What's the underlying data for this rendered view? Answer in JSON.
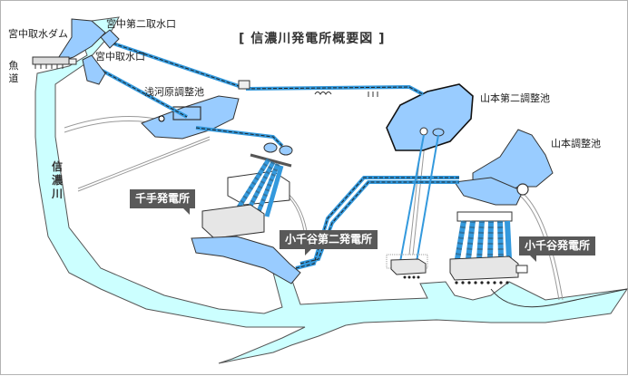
{
  "title": "[ 信濃川発電所概要図 ]",
  "colors": {
    "river": "#ccffff",
    "reservoir": "#99ccff",
    "water_line": "#3399dd",
    "outline": "#333333",
    "callout_bg": "#595959",
    "building": "#e6e6e6"
  },
  "labels": {
    "miyanaka_dam": "宮中取水ダム",
    "miyanaka_intake_2": "宮中第二取水口",
    "miyanaka_intake": "宮中取水口",
    "fishway": "魚道",
    "asagawara_pond": "浅河原調整池",
    "yamamoto_pond_2": "山本第二調整池",
    "yamamoto_pond": "山本調整池",
    "shinano_river": "信濃川"
  },
  "callouts": {
    "senju": "千手発電所",
    "ojiya_2": "小千谷第二発電所",
    "ojiya": "小千谷発電所"
  },
  "icons": [
    "dam-icon",
    "intake-icon",
    "surge-tank-icon",
    "penstock-icon",
    "power-station-icon",
    "waterway-icon"
  ]
}
